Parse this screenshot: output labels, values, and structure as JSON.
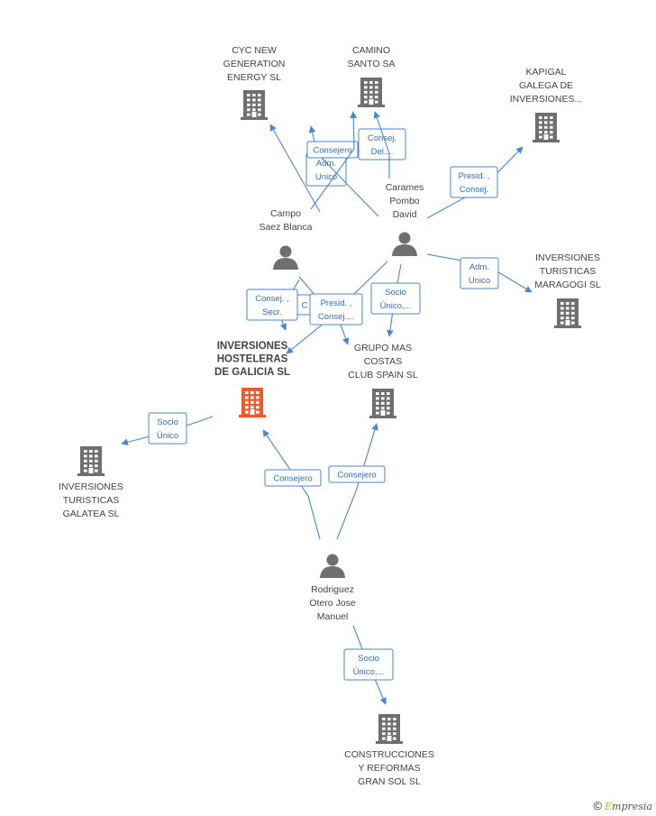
{
  "colors": {
    "edge": "#4a86d4",
    "node": "#6f6f6f",
    "focus": "#f05a2a"
  },
  "nodes": [
    {
      "id": "cyc",
      "kind": "company",
      "lines": [
        "CYC NEW",
        "GENERATION",
        "ENERGY SL"
      ]
    },
    {
      "id": "camino",
      "kind": "company",
      "lines": [
        "CAMINO",
        "SANTO SA"
      ]
    },
    {
      "id": "kapigal",
      "kind": "company",
      "lines": [
        "KAPIGAL",
        "GALEGA DE",
        "INVERSIONES..."
      ]
    },
    {
      "id": "caramesPerson",
      "kind": "person",
      "lines": [
        "Carames",
        "Pombo",
        "David"
      ]
    },
    {
      "id": "campoPerson",
      "kind": "person",
      "lines": [
        "Campo",
        "Saez Blanca"
      ]
    },
    {
      "id": "maragogi",
      "kind": "company",
      "lines": [
        "INVERSIONES",
        "TURISTICAS",
        "MARAGOGI SL"
      ]
    },
    {
      "id": "hosteleras",
      "kind": "focus",
      "lines": [
        "INVERSIONES",
        "HOSTELERAS",
        "DE GALICIA SL"
      ]
    },
    {
      "id": "grupomas",
      "kind": "company",
      "lines": [
        "GRUPO MAS",
        "COSTAS",
        "CLUB SPAIN SL"
      ]
    },
    {
      "id": "galatea",
      "kind": "company",
      "lines": [
        "INVERSIONES",
        "TURISTICAS",
        "GALATEA  SL"
      ]
    },
    {
      "id": "rodriguezPerson",
      "kind": "person",
      "lines": [
        "Rodriguez",
        "Otero Jose",
        "Manuel"
      ]
    },
    {
      "id": "construcciones",
      "kind": "company",
      "lines": [
        "CONSTRUCCIONES",
        "Y REFORMAS",
        "GRAN SOL SL"
      ]
    }
  ],
  "edges": [
    {
      "from": "campoPerson",
      "to": "cyc",
      "lines": [
        "Adm.",
        "Unico"
      ]
    },
    {
      "from": "caramesPerson",
      "to": "cyc",
      "lines": [
        "Consejero"
      ]
    },
    {
      "from": "campoPerson",
      "to": "camino",
      "lines": [
        "Consej.",
        "Del...."
      ]
    },
    {
      "from": "caramesPerson",
      "to": "camino",
      "lines": []
    },
    {
      "from": "caramesPerson",
      "to": "kapigal",
      "lines": [
        "Presid. ,",
        "Consej."
      ]
    },
    {
      "from": "caramesPerson",
      "to": "maragogi",
      "lines": [
        "Adm.",
        "Unico"
      ]
    },
    {
      "from": "campoPerson",
      "to": "hosteleras",
      "lines": [
        "Consej. ,",
        "Secr."
      ]
    },
    {
      "from": "campoPerson",
      "to": "grupomas",
      "lines": [
        "C"
      ]
    },
    {
      "from": "caramesPerson",
      "to": "hosteleras",
      "lines": [
        "Presid. ,",
        "Consej...."
      ]
    },
    {
      "from": "caramesPerson",
      "to": "grupomas",
      "lines": [
        "Socio",
        "Único,..."
      ]
    },
    {
      "from": "hosteleras",
      "to": "galatea",
      "lines": [
        "Socio",
        "Único"
      ]
    },
    {
      "from": "rodriguezPerson",
      "to": "hosteleras",
      "lines": [
        "Consejero"
      ]
    },
    {
      "from": "rodriguezPerson",
      "to": "grupomas",
      "lines": [
        "Consejero"
      ]
    },
    {
      "from": "rodriguezPerson",
      "to": "construcciones",
      "lines": [
        "Socio",
        "Único,..."
      ]
    }
  ],
  "brand": {
    "symbol": "©",
    "first": "E",
    "rest": "mpresia"
  }
}
